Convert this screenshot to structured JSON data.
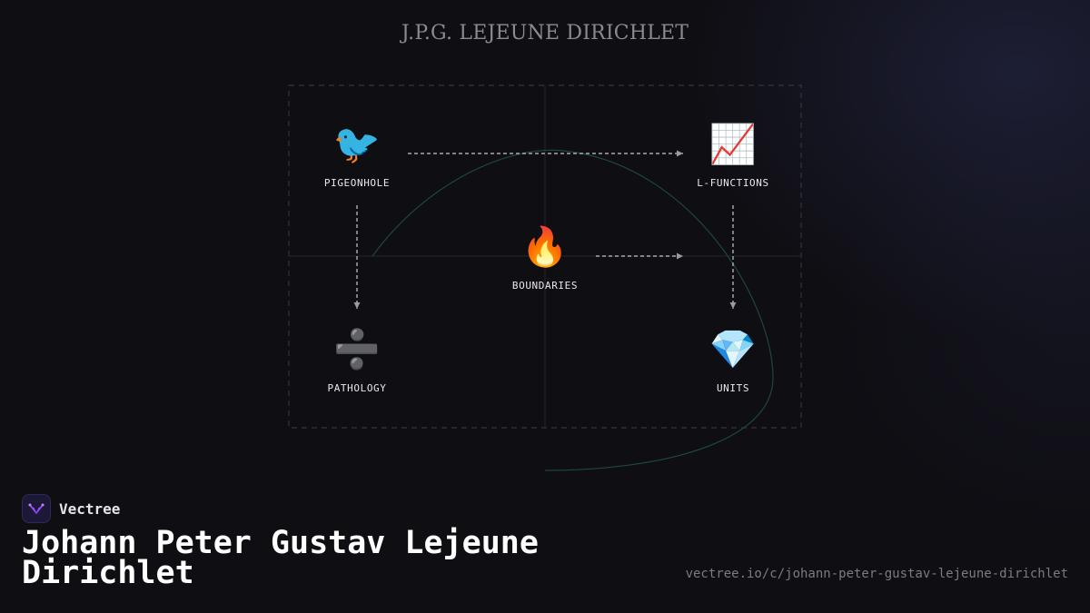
{
  "header": {
    "title": "J.P.G. LEJEUNE DIRICHLET"
  },
  "diagram": {
    "nodes": [
      {
        "id": "pigeonhole",
        "icon": "bird-icon",
        "emoji": "🐦",
        "label": "PIGEONHOLE"
      },
      {
        "id": "l-functions",
        "icon": "chart-increasing-icon",
        "emoji": "📈",
        "label": "L-FUNCTIONS"
      },
      {
        "id": "boundaries",
        "icon": "fire-icon",
        "emoji": "🔥",
        "label": "BOUNDARIES"
      },
      {
        "id": "pathology",
        "icon": "divide-icon",
        "emoji": "➗",
        "label": "PATHOLOGY"
      },
      {
        "id": "units",
        "icon": "gem-icon",
        "emoji": "💎",
        "label": "UNITS"
      }
    ],
    "edges": [
      {
        "from": "pigeonhole",
        "to": "l-functions"
      },
      {
        "from": "pigeonhole",
        "to": "pathology"
      },
      {
        "from": "l-functions",
        "to": "units"
      },
      {
        "from": "boundaries",
        "to": "units"
      }
    ],
    "colors": {
      "curve": "#1e4a48",
      "frame": "#3a3a40",
      "edge": "#c8c8d0"
    }
  },
  "footer": {
    "brand": "Vectree",
    "title": "Johann Peter Gustav Lejeune Dirichlet",
    "url": "vectree.io/c/johann-peter-gustav-lejeune-dirichlet"
  }
}
